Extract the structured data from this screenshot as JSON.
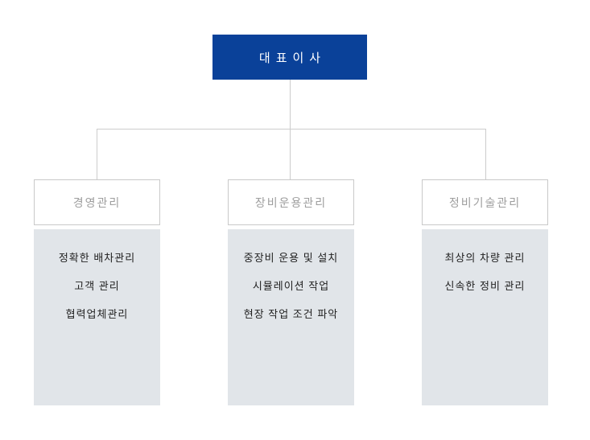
{
  "root": {
    "label": "대표이사"
  },
  "columns": [
    {
      "title": "경영관리",
      "items": [
        "정확한 배차관리",
        "고객 관리",
        "협력업체관리"
      ]
    },
    {
      "title": "장비운용관리",
      "items": [
        "중장비 운용 및 설치",
        "시뮬레이션 작업",
        "현장 작업 조건 파악"
      ]
    },
    {
      "title": "정비기술관리",
      "items": [
        "최상의 차량 관리",
        "신속한 정비 관리"
      ]
    }
  ],
  "colors": {
    "root_bg": "#0a4199",
    "root_text": "#ffffff",
    "panel_bg": "#e1e5e9",
    "box_border": "#c9c9c9",
    "line": "#cccccc",
    "title_text": "#9e9e9e",
    "item_text": "#222222"
  }
}
